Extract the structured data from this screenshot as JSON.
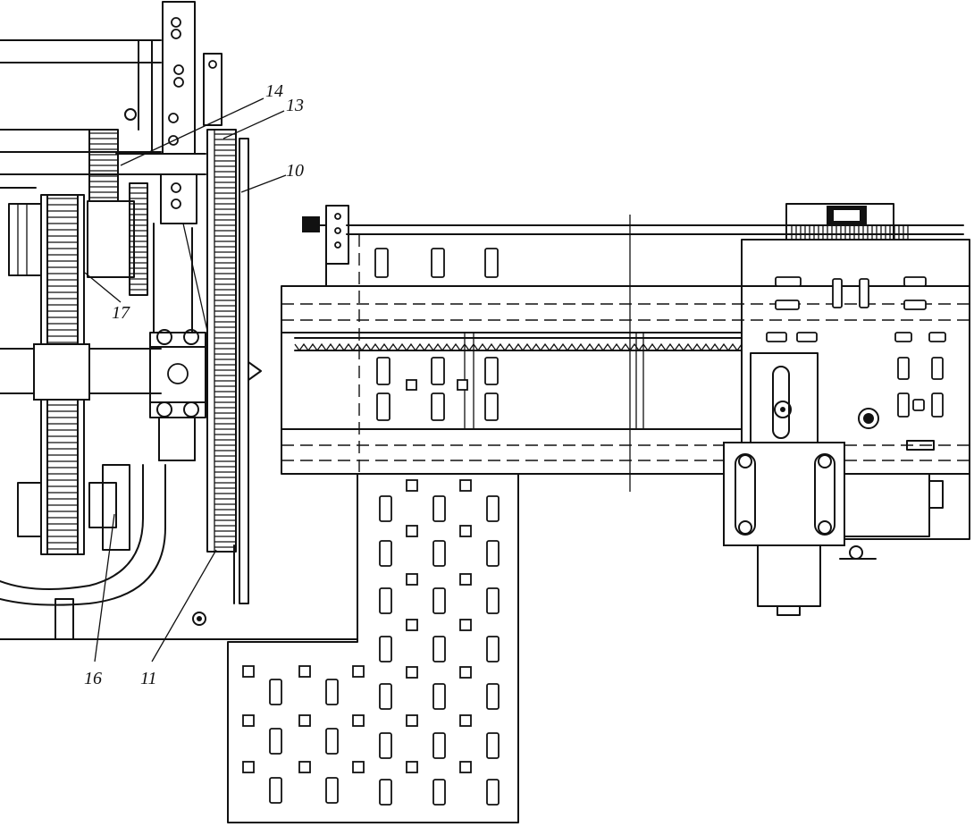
{
  "drawing": {
    "labels": {
      "l14": "14",
      "l13": "13",
      "l10": "10",
      "l17": "17",
      "l16": "16",
      "l11": "11"
    },
    "colors": {
      "ink": "#111111",
      "paper": "#ffffff"
    }
  }
}
